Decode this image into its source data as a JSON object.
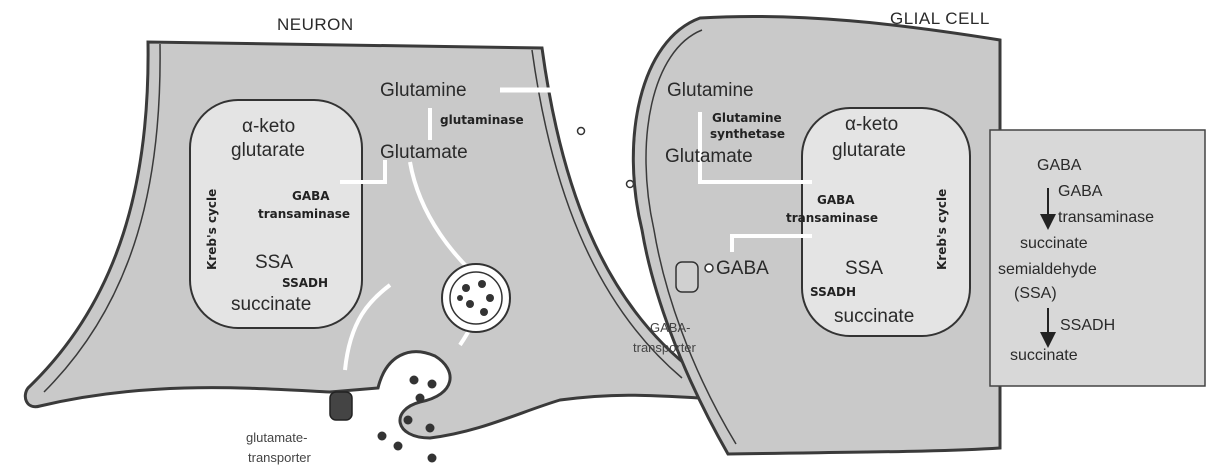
{
  "titles": {
    "neuron": "NEURON",
    "glial": "GLIAL CELL"
  },
  "neuron": {
    "glutamine": "Glutamine",
    "glutaminase": "glutaminase",
    "glutamate": "Glutamate",
    "cycle": {
      "akg_line1": "α-keto",
      "akg_line2": "glutarate",
      "kreb": "Kreb's cycle",
      "gaba_t_line1": "GABA",
      "gaba_t_line2": "transaminase",
      "ssa": "SSA",
      "ssadh": "SSADH",
      "succinate": "succinate"
    },
    "transporter_line1": "glutamate-",
    "transporter_line2": "transporter"
  },
  "glial": {
    "glutamine": "Glutamine",
    "synthetase_line1": "Glutamine",
    "synthetase_line2": "synthetase",
    "glutamate": "Glutamate",
    "gaba": "GABA",
    "cycle": {
      "akg_line1": "α-keto",
      "akg_line2": "glutarate",
      "kreb": "Kreb's cycle",
      "gaba_t_line1": "GABA",
      "gaba_t_line2": "transaminase",
      "ssa": "SSA",
      "ssadh": "SSADH",
      "succinate": "succinate"
    },
    "transporter_line1": "GABA-",
    "transporter_line2": "transporter"
  },
  "pathway_box": {
    "gaba": "GABA",
    "enzyme1_line1": "GABA",
    "enzyme1_line2": "transaminase",
    "ssa_line1": "succinate",
    "ssa_line2": "semialdehyde",
    "ssa_line3": "(SSA)",
    "enzyme2": "SSADH",
    "succinate": "succinate"
  },
  "colors": {
    "cytoplasm": "#c9c9c9",
    "membrane": "#ffffff",
    "outline": "#3a3a3a",
    "mito": "#e4e4e4"
  }
}
